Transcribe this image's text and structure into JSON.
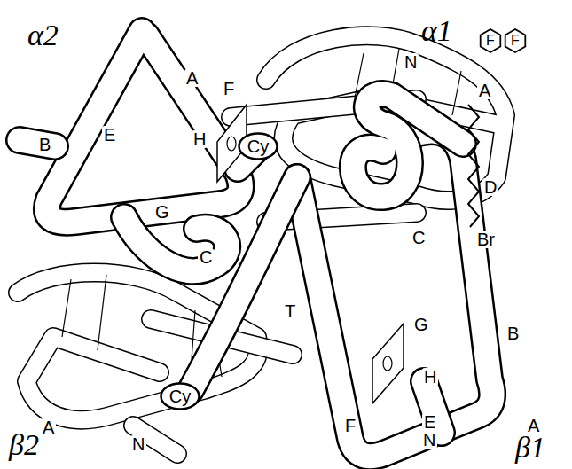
{
  "diagram": {
    "nodes": [
      {
        "text": [
          "Cy"
        ]
      },
      {
        "text": [
          "Cy"
        ]
      },
      {
        "text": [
          "F"
        ]
      },
      {
        "text": [
          "F"
        ]
      }
    ],
    "labels": [
      "α2",
      "α1",
      "A",
      "F",
      "E",
      "B",
      "H",
      "G",
      "C",
      "N",
      "A",
      "D",
      "C",
      "Br",
      "T",
      "G",
      "H",
      "E",
      "B",
      "A",
      "N",
      "F",
      "β2",
      "A",
      "N",
      "β1"
    ]
  }
}
